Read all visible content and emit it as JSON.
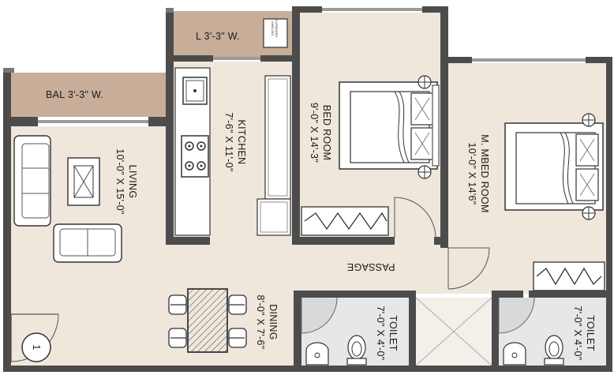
{
  "rooms": {
    "balcony": {
      "label": "BAL 3'-3\" W."
    },
    "loft": {
      "label": "L 3'-3\" W."
    },
    "kitchen": {
      "name": "KITCHEN",
      "size": "7'-6\" X 11'-0\""
    },
    "living": {
      "name": "LIVING",
      "size": "10'-0\" X 15'-0\""
    },
    "bedroom": {
      "name": "BED ROOM",
      "size": "9'-0\" X 14'-3\""
    },
    "master_bedroom": {
      "name": "M. MBED ROOM",
      "size": "10'-0\" X 14'6\""
    },
    "passage": {
      "name": "PASSAGE"
    },
    "dining": {
      "name": "DINING",
      "size": "8'-0\" X 7'-6\""
    },
    "toilet_left": {
      "name": "TOILET",
      "size": "7'-0\" X 4'-0\""
    },
    "toilet_right": {
      "name": "TOILET",
      "size": "7'-0\" X 4'-0\""
    }
  },
  "fixtures": {
    "cupboard_label_1": "CUPBOARD",
    "cupboard_label_2": "SHELVES"
  },
  "unit_number": "1",
  "colors": {
    "floor": "#efe6dc",
    "wall": "#4c4c4c",
    "balcony_fill": "#c8ad98",
    "toilet_fill": "#e6e7e8",
    "duct_fill": "#f4f0e9"
  }
}
